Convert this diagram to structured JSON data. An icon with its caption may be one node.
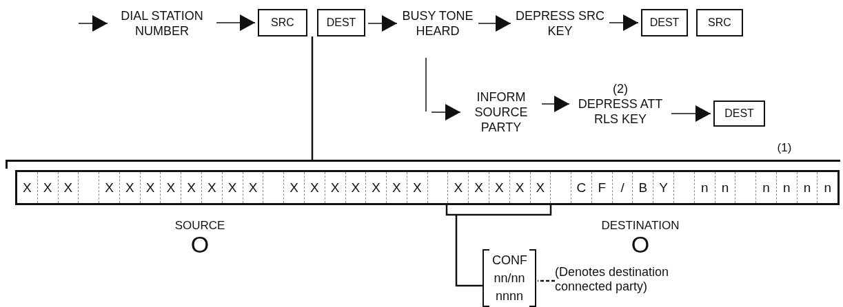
{
  "diagram": {
    "nodes": [
      {
        "text": [
          "DIAL STATION NUMBER"
        ]
      },
      {
        "text": [
          "SRC"
        ]
      },
      {
        "text": [
          "DEST"
        ]
      },
      {
        "text": [
          "BUSY TONE HEARD"
        ]
      },
      {
        "text": [
          "DEPRESS SRC KEY"
        ]
      },
      {
        "text": [
          "DEST"
        ]
      },
      {
        "text": [
          "SRC"
        ]
      },
      {
        "text": [
          "INFORM SOURCE PARTY"
        ]
      },
      {
        "text": [
          "(2)",
          "DEPRESS ATT RLS KEY"
        ]
      },
      {
        "text": [
          "DEST"
        ]
      },
      {
        "text": [
          "X",
          "X",
          "X",
          "X",
          "X",
          "X",
          "X",
          "X",
          "X",
          "X",
          "X",
          "X",
          "X",
          "X",
          "X",
          "X",
          "X",
          "X",
          "X",
          "X",
          "X",
          "X",
          "X",
          "C",
          "F",
          "/",
          "B",
          "Y",
          "n",
          "n",
          "n",
          "n",
          "n",
          "n"
        ]
      },
      {
        "text": [
          "CONF nn/nn nnnn"
        ]
      },
      {
        "text": [
          "(Denotes destination connected party)"
        ]
      }
    ],
    "edges": [
      {
        "from": null,
        "to": 0,
        "arrow": "to"
      },
      {
        "from": 0,
        "to": 1,
        "arrow": "to"
      },
      {
        "from": 2,
        "to": 3,
        "arrow": "to"
      },
      {
        "from": 3,
        "to": 4,
        "arrow": "to"
      },
      {
        "from": 4,
        "to": 5,
        "arrow": "to"
      },
      {
        "from": 1,
        "to": 10,
        "arrow": "none"
      },
      {
        "from": 2,
        "to": 10,
        "arrow": "none"
      },
      {
        "from": null,
        "to": 7,
        "arrow": "to"
      },
      {
        "from": 7,
        "to": 8,
        "arrow": "to"
      },
      {
        "from": 8,
        "to": 9,
        "arrow": "to"
      },
      {
        "from": 11,
        "to": 10,
        "arrow": "none"
      },
      {
        "from": 12,
        "to": 11,
        "arrow": "none",
        "style": "dashed"
      }
    ],
    "labels": [
      "(1)",
      "SOURCE",
      "O",
      "DESTINATION",
      "O"
    ]
  }
}
